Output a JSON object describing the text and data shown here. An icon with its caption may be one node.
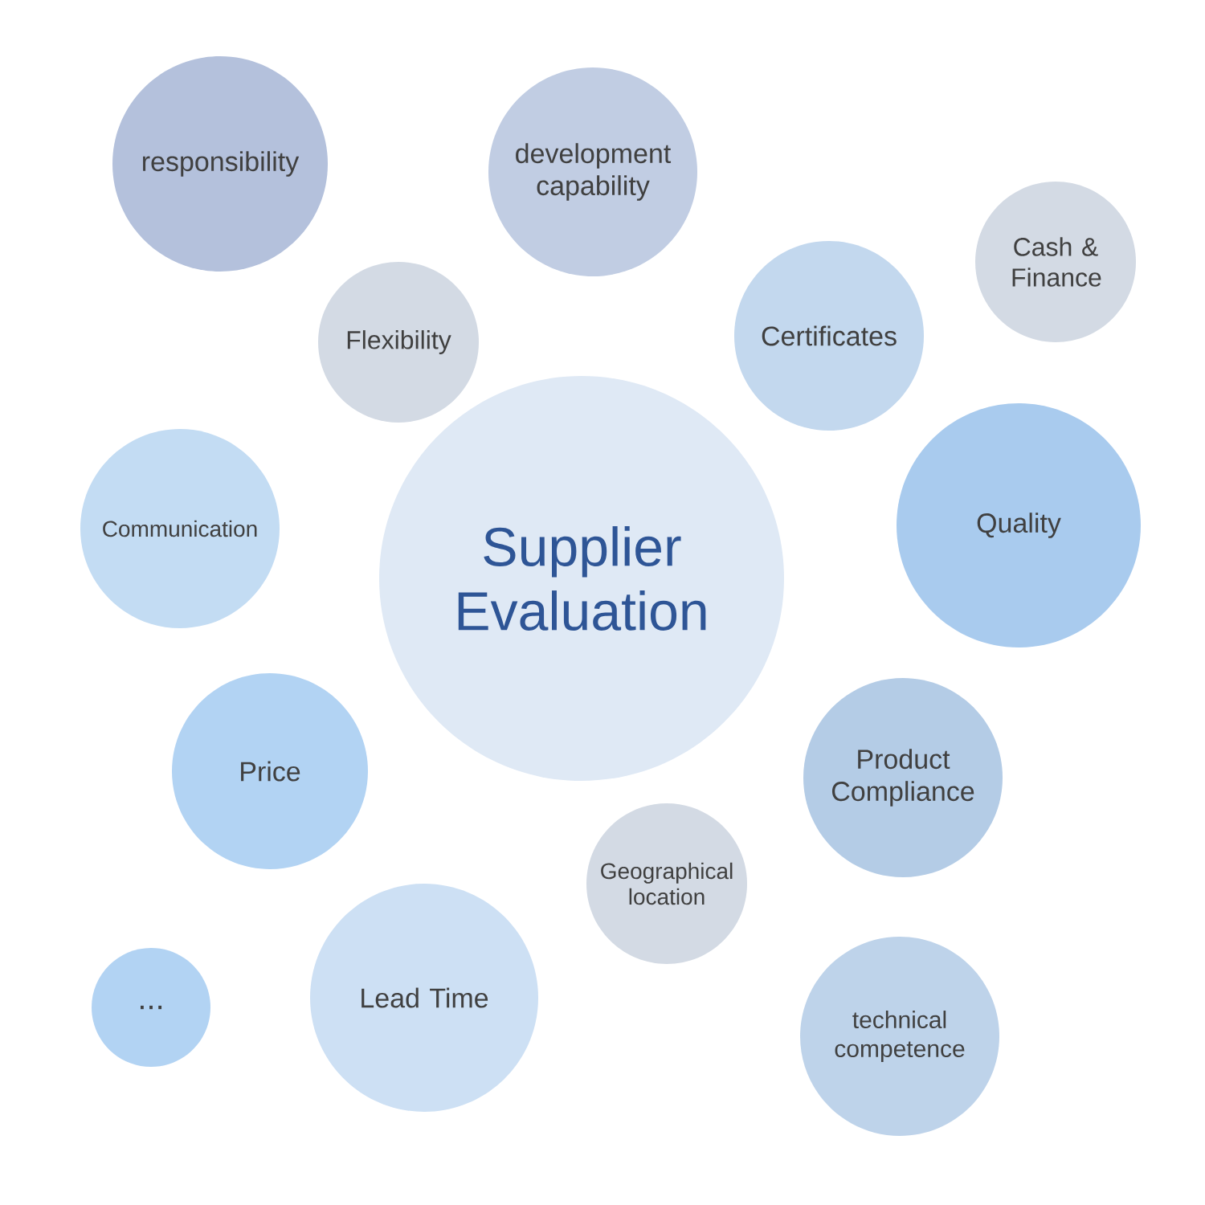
{
  "diagram": {
    "nodes": [
      {
        "text": [
          "responsibility"
        ]
      },
      {
        "text": [
          "development capability"
        ]
      },
      {
        "text": [
          "Cash & Finance"
        ]
      },
      {
        "text": [
          "Flexibility"
        ]
      },
      {
        "text": [
          "Certificates"
        ]
      },
      {
        "text": [
          "Communication"
        ]
      },
      {
        "text": [
          "Supplier Evaluation"
        ]
      },
      {
        "text": [
          "Quality"
        ]
      },
      {
        "text": [
          "Price"
        ]
      },
      {
        "text": [
          "Product Compliance"
        ]
      },
      {
        "text": [
          "Geographical location"
        ]
      },
      {
        "text": [
          "Lead Time"
        ]
      },
      {
        "text": [
          "..."
        ]
      },
      {
        "text": [
          "technical competence"
        ]
      }
    ]
  }
}
